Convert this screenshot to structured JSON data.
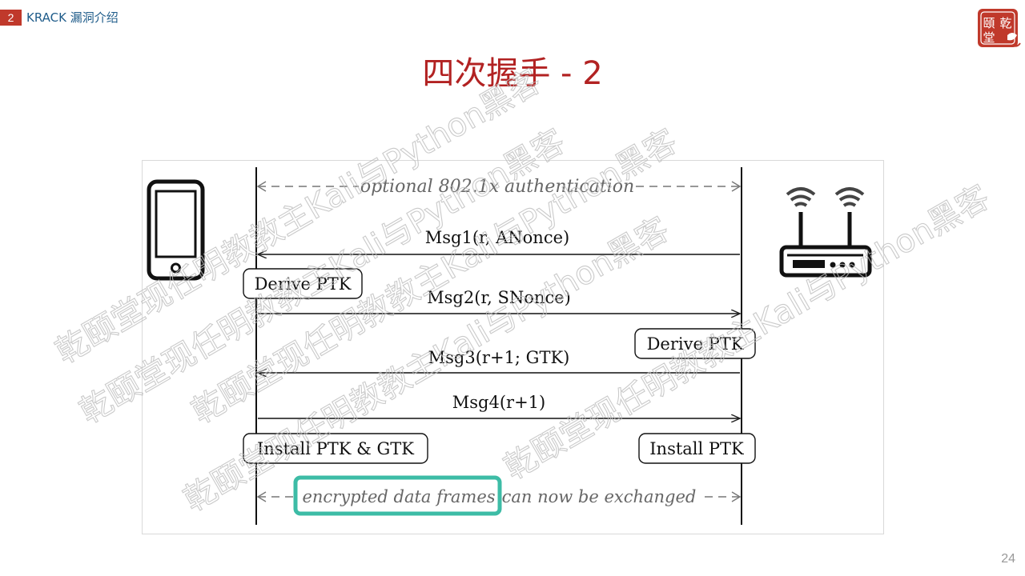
{
  "header": {
    "section_number": "2",
    "section_title": "KRACK 漏洞介绍",
    "logo_text": "頤乾堂"
  },
  "slide": {
    "title": "四次握手 - 2",
    "page_number": "24"
  },
  "diagram": {
    "optional_auth": "optional 802.1x authentication",
    "msg1": "Msg1(r, ANonce)",
    "msg2": "Msg2(r, SNonce)",
    "msg3": "Msg3(r+1; GTK)",
    "msg4": "Msg4(r+1)",
    "client_derive": "Derive PTK",
    "ap_derive": "Derive PTK",
    "client_install": "Install PTK & GTK",
    "ap_install": "Install PTK",
    "encrypted_frames": "encrypted data frames",
    "can_exchange": "can now be exchanged",
    "highlight_color": "#3dbca6"
  },
  "watermark": {
    "lines": [
      "乾颐堂现任明教教主Kali与Python黑客",
      "乾颐堂现任明教教主Kali与Python黑客",
      "乾颐堂现任明教教主Kali与Python黑客",
      "乾颐堂现任明教教主Kali与Python黑客",
      "乾颐堂现任明教教主Kali与Python黑客"
    ]
  }
}
